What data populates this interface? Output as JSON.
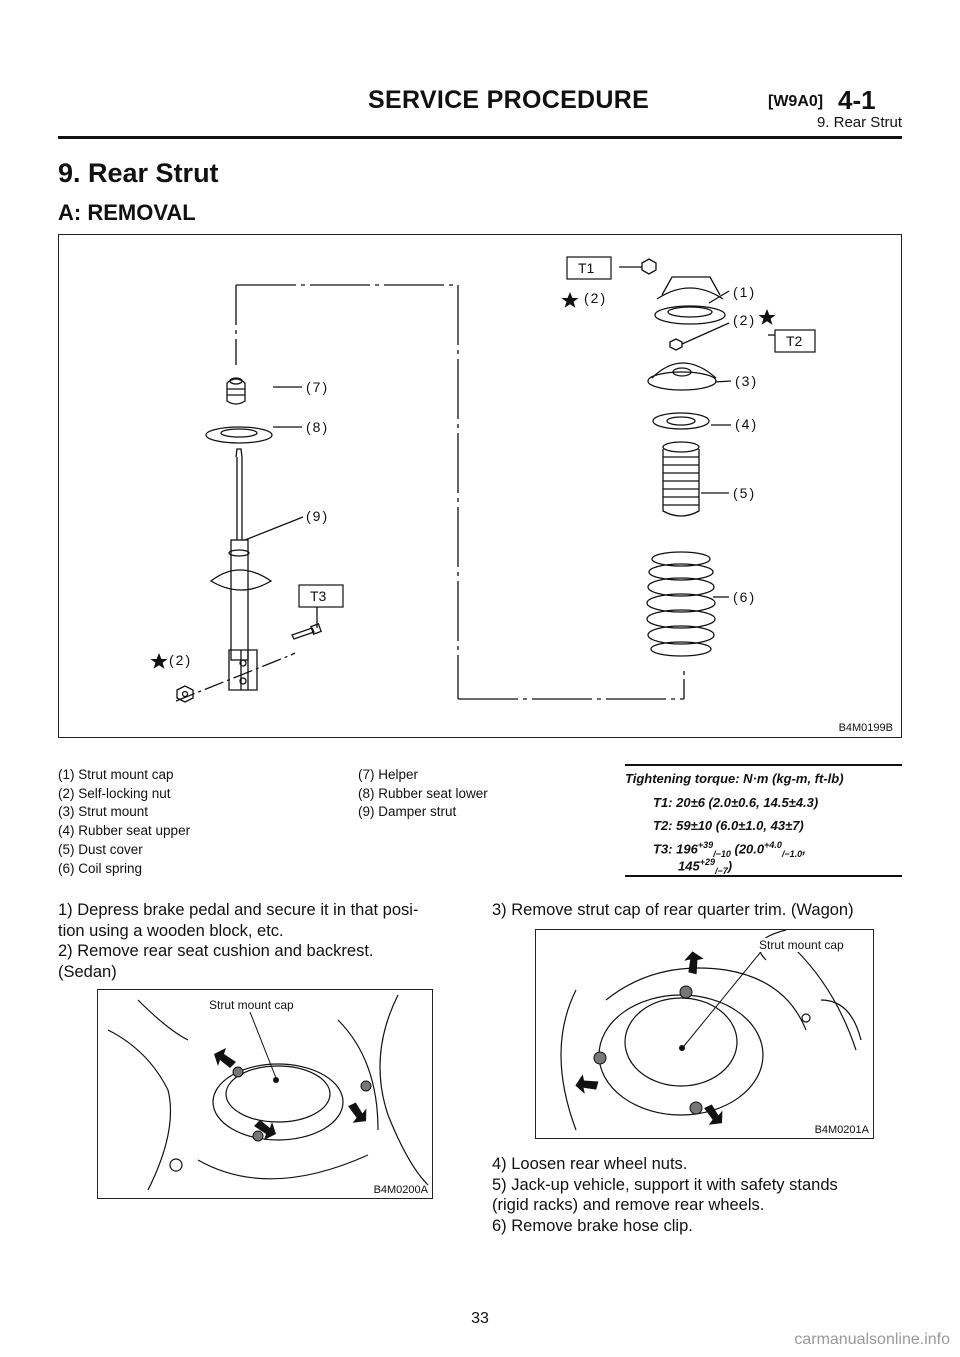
{
  "header": {
    "title": "SERVICE PROCEDURE",
    "code": "[W9A0]",
    "number": "4-1",
    "subtitle": "9. Rear Strut"
  },
  "section_title": "9. Rear Strut",
  "subsection_title": "A: REMOVAL",
  "main_figure": {
    "id": "B4M0199B",
    "callouts": {
      "t1": "T1",
      "t2": "T2",
      "t3": "T3",
      "c1": "(1)",
      "c2a": "(2)",
      "c2b": "(2)",
      "c2c": "(2)",
      "c3": "(3)",
      "c4": "(4)",
      "c5": "(5)",
      "c6": "(6)",
      "c7": "(7)",
      "c8": "(8)",
      "c9": "(9)"
    }
  },
  "legend": {
    "col1": [
      "(1) Strut mount cap",
      "(2) Self-locking nut",
      "(3) Strut mount",
      "(4) Rubber seat upper",
      "(5) Dust cover",
      "(6) Coil spring"
    ],
    "col2": [
      "(7) Helper",
      "(8) Rubber seat lower",
      "(9) Damper strut"
    ]
  },
  "torque": {
    "heading": "Tightening torque: N·m (kg-m, ft-lb)",
    "t1": "T1: 20±6 (2.0±0.6, 14.5±4.3)",
    "t2": "T2: 59±10 (6.0±1.0, 43±7)",
    "t3_a": "T3: 196",
    "t3_a_sup": "+39",
    "t3_a_sub": "/−10",
    "t3_b": " (20.0",
    "t3_b_sup": "+4.0",
    "t3_b_sub": "/−1.0",
    "t3_b_end": ",",
    "t3_c": "145",
    "t3_c_sup": "+29",
    "t3_c_sub": "/−7",
    "t3_c_end": ")"
  },
  "steps_left": [
    "1) Depress brake pedal and secure it in that posi-",
    "tion using a wooden block, etc.",
    "2) Remove rear seat cushion and backrest.",
    "(Sedan)"
  ],
  "steps_right_top": [
    "3) Remove strut cap of rear quarter trim. (Wagon)"
  ],
  "steps_right_bottom": [
    "4) Loosen rear wheel nuts.",
    "5) Jack-up vehicle, support it with safety stands",
    "(rigid racks) and remove rear wheels.",
    "6) Remove brake hose clip."
  ],
  "photo_left": {
    "label": "Strut mount cap",
    "id": "B4M0200A"
  },
  "photo_right": {
    "label": "Strut mount cap",
    "id": "B4M0201A"
  },
  "page_number": "33",
  "watermark": "carmanualsonline.info"
}
